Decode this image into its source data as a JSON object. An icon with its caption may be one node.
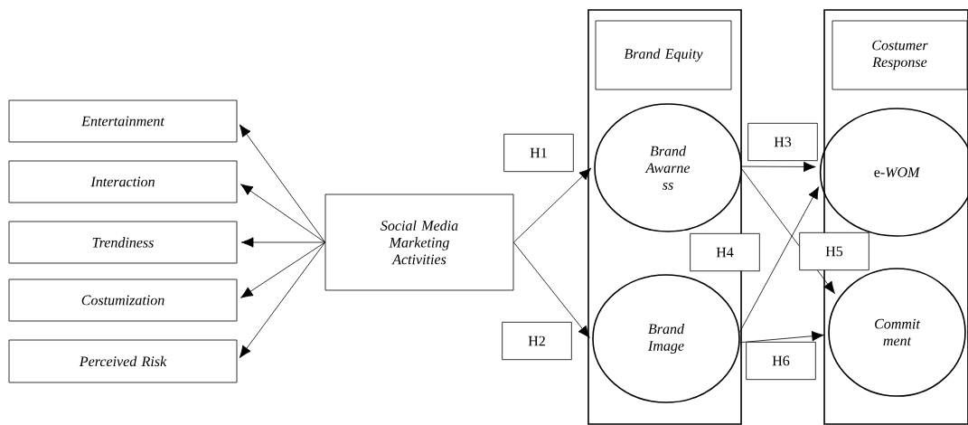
{
  "diagram": {
    "nodes": [
      {
        "text": [
          "Entertainment"
        ]
      },
      {
        "text": [
          "Interaction"
        ]
      },
      {
        "text": [
          "Trendiness"
        ]
      },
      {
        "text": [
          "Costumization"
        ]
      },
      {
        "text": [
          "Perceived Risk"
        ]
      },
      {
        "text": [
          "Social Media Marketing Activities"
        ]
      },
      {
        "text": [],
        "shape": "box"
      },
      {
        "text": [
          "Brand Equity"
        ],
        "in": 6
      },
      {
        "text": [
          "Brand Awarne ss"
        ],
        "in": 6
      },
      {
        "text": [
          "Brand Image"
        ],
        "in": 6
      },
      {
        "text": [],
        "shape": "box"
      },
      {
        "text": [
          "Costumer Response"
        ],
        "in": 10
      },
      {
        "text": [
          "e-*WOM*"
        ],
        "in": 10
      },
      {
        "text": [
          "Commit ment"
        ],
        "in": 10
      }
    ],
    "edges": [
      {
        "from": 5,
        "to": 0,
        "arrow": "to"
      },
      {
        "from": 5,
        "to": 1,
        "arrow": "to"
      },
      {
        "from": 5,
        "to": 2,
        "arrow": "to"
      },
      {
        "from": 5,
        "to": 3,
        "arrow": "to"
      },
      {
        "from": 5,
        "to": 4,
        "arrow": "to"
      },
      {
        "from": 5,
        "to": 8,
        "label": "H1",
        "arrow": "to"
      },
      {
        "from": 5,
        "to": 9,
        "label": "H2",
        "arrow": "to"
      },
      {
        "from": 8,
        "to": 12,
        "label": "H3",
        "arrow": "to"
      },
      {
        "from": 8,
        "to": 13,
        "label": "H5",
        "arrow": "to"
      },
      {
        "from": 9,
        "to": 12,
        "label": "H4",
        "arrow": "to"
      },
      {
        "from": 9,
        "to": 13,
        "label": "H6",
        "arrow": "to"
      }
    ]
  }
}
